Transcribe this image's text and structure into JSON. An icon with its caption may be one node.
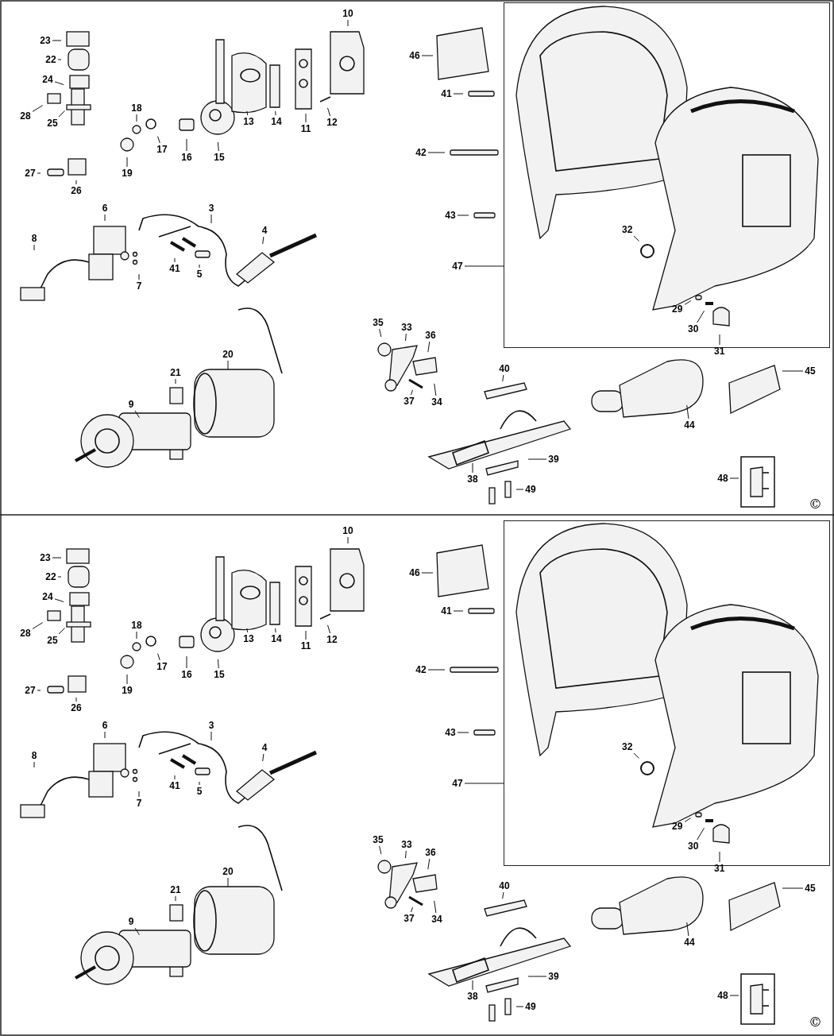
{
  "diagram": {
    "nodes": [
      {
        "text": [],
        "shape": "box"
      },
      {
        "text": [
          "10"
        ]
      },
      {
        "text": [
          "23"
        ]
      },
      {
        "text": [
          "22"
        ]
      },
      {
        "text": [
          "24"
        ]
      },
      {
        "text": [
          "28"
        ]
      },
      {
        "text": [
          "25"
        ]
      },
      {
        "text": [
          "27"
        ]
      },
      {
        "text": [
          "26"
        ]
      },
      {
        "text": [
          "18"
        ]
      },
      {
        "text": [
          "17"
        ]
      },
      {
        "text": [
          "19"
        ]
      },
      {
        "text": [
          "16"
        ]
      },
      {
        "text": [
          "15"
        ]
      },
      {
        "text": [
          "13"
        ]
      },
      {
        "text": [
          "14"
        ]
      },
      {
        "text": [
          "11"
        ]
      },
      {
        "text": [
          "12"
        ]
      },
      {
        "text": [
          "46"
        ]
      },
      {
        "text": [
          "41"
        ]
      },
      {
        "text": [
          "42"
        ]
      },
      {
        "text": [
          "43"
        ]
      },
      {
        "text": [
          "47"
        ]
      },
      {
        "text": [
          "32"
        ],
        "in": 0
      },
      {
        "text": [
          "29"
        ],
        "in": 0
      },
      {
        "text": [
          "30"
        ],
        "in": 0
      },
      {
        "text": [
          "31"
        ],
        "in": 0
      },
      {
        "text": [
          "6"
        ]
      },
      {
        "text": [
          "3"
        ]
      },
      {
        "text": [
          "4"
        ]
      },
      {
        "text": [
          "8"
        ]
      },
      {
        "text": [
          "41"
        ]
      },
      {
        "text": [
          "5"
        ]
      },
      {
        "text": [
          "7"
        ]
      },
      {
        "text": [
          "20"
        ]
      },
      {
        "text": [
          "21"
        ]
      },
      {
        "text": [
          "9"
        ]
      },
      {
        "text": [
          "35"
        ]
      },
      {
        "text": [
          "33"
        ]
      },
      {
        "text": [
          "36"
        ]
      },
      {
        "text": [
          "37"
        ]
      },
      {
        "text": [
          "34"
        ]
      },
      {
        "text": [
          "40"
        ]
      },
      {
        "text": [
          "44"
        ]
      },
      {
        "text": [
          "45"
        ]
      },
      {
        "text": [
          "38"
        ]
      },
      {
        "text": [
          "39"
        ]
      },
      {
        "text": [
          "49"
        ]
      },
      {
        "text": [
          "48"
        ]
      },
      {
        "text": [],
        "shape": "box"
      },
      {
        "text": [
          "10"
        ]
      },
      {
        "text": [
          "23"
        ]
      },
      {
        "text": [
          "22"
        ]
      },
      {
        "text": [
          "24"
        ]
      },
      {
        "text": [
          "28"
        ]
      },
      {
        "text": [
          "25"
        ]
      },
      {
        "text": [
          "27"
        ]
      },
      {
        "text": [
          "26"
        ]
      },
      {
        "text": [
          "18"
        ]
      },
      {
        "text": [
          "17"
        ]
      },
      {
        "text": [
          "19"
        ]
      },
      {
        "text": [
          "16"
        ]
      },
      {
        "text": [
          "15"
        ]
      },
      {
        "text": [
          "13"
        ]
      },
      {
        "text": [
          "14"
        ]
      },
      {
        "text": [
          "11"
        ]
      },
      {
        "text": [
          "12"
        ]
      },
      {
        "text": [
          "46"
        ]
      },
      {
        "text": [
          "41"
        ]
      },
      {
        "text": [
          "42"
        ]
      },
      {
        "text": [
          "43"
        ]
      },
      {
        "text": [
          "47"
        ]
      },
      {
        "text": [
          "32"
        ],
        "in": 49
      },
      {
        "text": [
          "29"
        ],
        "in": 49
      },
      {
        "text": [
          "30"
        ],
        "in": 49
      },
      {
        "text": [
          "31"
        ],
        "in": 49
      },
      {
        "text": [
          "6"
        ]
      },
      {
        "text": [
          "3"
        ]
      },
      {
        "text": [
          "4"
        ]
      },
      {
        "text": [
          "8"
        ]
      },
      {
        "text": [
          "41"
        ]
      },
      {
        "text": [
          "5"
        ]
      },
      {
        "text": [
          "7"
        ]
      },
      {
        "text": [
          "20"
        ]
      },
      {
        "text": [
          "21"
        ]
      },
      {
        "text": [
          "9"
        ]
      },
      {
        "text": [
          "35"
        ]
      },
      {
        "text": [
          "33"
        ]
      },
      {
        "text": [
          "36"
        ]
      },
      {
        "text": [
          "37"
        ]
      },
      {
        "text": [
          "34"
        ]
      },
      {
        "text": [
          "40"
        ]
      },
      {
        "text": [
          "44"
        ]
      },
      {
        "text": [
          "45"
        ]
      },
      {
        "text": [
          "38"
        ]
      },
      {
        "text": [
          "39"
        ]
      },
      {
        "text": [
          "49"
        ]
      },
      {
        "text": [
          "48"
        ]
      }
    ],
    "edges": [
      {
        "from": 1,
        "to": null,
        "arrow": "none"
      },
      {
        "from": 2,
        "to": null,
        "arrow": "none"
      },
      {
        "from": 3,
        "to": null,
        "arrow": "none"
      },
      {
        "from": 4,
        "to": null,
        "arrow": "none"
      },
      {
        "from": 5,
        "to": null,
        "arrow": "none"
      },
      {
        "from": 6,
        "to": null,
        "arrow": "none"
      },
      {
        "from": 7,
        "to": null,
        "arrow": "none"
      },
      {
        "from": 8,
        "to": null,
        "arrow": "none"
      },
      {
        "from": 9,
        "to": null,
        "arrow": "none"
      },
      {
        "from": 10,
        "to": null,
        "arrow": "none"
      },
      {
        "from": 11,
        "to": null,
        "arrow": "none"
      },
      {
        "from": 12,
        "to": null,
        "arrow": "none"
      },
      {
        "from": 13,
        "to": null,
        "arrow": "none"
      },
      {
        "from": 14,
        "to": null,
        "arrow": "none"
      },
      {
        "from": 15,
        "to": null,
        "arrow": "none"
      },
      {
        "from": 16,
        "to": null,
        "arrow": "none"
      },
      {
        "from": 17,
        "to": null,
        "arrow": "none"
      },
      {
        "from": 18,
        "to": null,
        "arrow": "none"
      },
      {
        "from": 19,
        "to": null,
        "arrow": "none"
      },
      {
        "from": 20,
        "to": null,
        "arrow": "none"
      },
      {
        "from": 21,
        "to": null,
        "arrow": "none"
      },
      {
        "from": 22,
        "to": 0,
        "arrow": "none"
      },
      {
        "from": 23,
        "to": null,
        "arrow": "none"
      },
      {
        "from": 24,
        "to": null,
        "arrow": "none"
      },
      {
        "from": 25,
        "to": null,
        "arrow": "none"
      },
      {
        "from": 26,
        "to": null,
        "arrow": "none"
      },
      {
        "from": 27,
        "to": null,
        "arrow": "none"
      },
      {
        "from": 28,
        "to": null,
        "arrow": "none"
      },
      {
        "from": 29,
        "to": null,
        "arrow": "none"
      },
      {
        "from": 30,
        "to": null,
        "arrow": "none"
      },
      {
        "from": 31,
        "to": null,
        "arrow": "none"
      },
      {
        "from": 32,
        "to": null,
        "arrow": "none"
      },
      {
        "from": 33,
        "to": null,
        "arrow": "none"
      },
      {
        "from": 34,
        "to": null,
        "arrow": "none"
      },
      {
        "from": 35,
        "to": null,
        "arrow": "none"
      },
      {
        "from": 36,
        "to": null,
        "arrow": "none"
      },
      {
        "from": 37,
        "to": null,
        "arrow": "none"
      },
      {
        "from": 38,
        "to": null,
        "arrow": "none"
      },
      {
        "from": 39,
        "to": null,
        "arrow": "none"
      },
      {
        "from": 40,
        "to": null,
        "arrow": "none"
      },
      {
        "from": 41,
        "to": null,
        "arrow": "none"
      },
      {
        "from": 42,
        "to": null,
        "arrow": "none"
      },
      {
        "from": 43,
        "to": null,
        "arrow": "none"
      },
      {
        "from": 44,
        "to": null,
        "arrow": "none"
      },
      {
        "from": 45,
        "to": null,
        "arrow": "none"
      },
      {
        "from": 46,
        "to": null,
        "arrow": "none"
      },
      {
        "from": 47,
        "to": null,
        "arrow": "none"
      },
      {
        "from": 48,
        "to": null,
        "arrow": "none"
      },
      {
        "from": 50,
        "to": null,
        "arrow": "none"
      },
      {
        "from": 51,
        "to": null,
        "arrow": "none"
      },
      {
        "from": 52,
        "to": null,
        "arrow": "none"
      },
      {
        "from": 53,
        "to": null,
        "arrow": "none"
      },
      {
        "from": 54,
        "to": null,
        "arrow": "none"
      },
      {
        "from": 55,
        "to": null,
        "arrow": "none"
      },
      {
        "from": 56,
        "to": null,
        "arrow": "none"
      },
      {
        "from": 57,
        "to": null,
        "arrow": "none"
      },
      {
        "from": 58,
        "to": null,
        "arrow": "none"
      },
      {
        "from": 59,
        "to": null,
        "arrow": "none"
      },
      {
        "from": 60,
        "to": null,
        "arrow": "none"
      },
      {
        "from": 61,
        "to": null,
        "arrow": "none"
      },
      {
        "from": 62,
        "to": null,
        "arrow": "none"
      },
      {
        "from": 63,
        "to": null,
        "arrow": "none"
      },
      {
        "from": 64,
        "to": null,
        "arrow": "none"
      },
      {
        "from": 65,
        "to": null,
        "arrow": "none"
      },
      {
        "from": 66,
        "to": null,
        "arrow": "none"
      },
      {
        "from": 67,
        "to": null,
        "arrow": "none"
      },
      {
        "from": 68,
        "to": null,
        "arrow": "none"
      },
      {
        "from": 69,
        "to": null,
        "arrow": "none"
      },
      {
        "from": 70,
        "to": null,
        "arrow": "none"
      },
      {
        "from": 71,
        "to": 49,
        "arrow": "none"
      },
      {
        "from": 72,
        "to": null,
        "arrow": "none"
      },
      {
        "from": 73,
        "to": null,
        "arrow": "none"
      },
      {
        "from": 74,
        "to": null,
        "arrow": "none"
      },
      {
        "from": 75,
        "to": null,
        "arrow": "none"
      },
      {
        "from": 76,
        "to": null,
        "arrow": "none"
      },
      {
        "from": 77,
        "to": null,
        "arrow": "none"
      },
      {
        "from": 78,
        "to": null,
        "arrow": "none"
      },
      {
        "from": 79,
        "to": null,
        "arrow": "none"
      },
      {
        "from": 80,
        "to": null,
        "arrow": "none"
      },
      {
        "from": 81,
        "to": null,
        "arrow": "none"
      },
      {
        "from": 82,
        "to": null,
        "arrow": "none"
      },
      {
        "from": 83,
        "to": null,
        "arrow": "none"
      },
      {
        "from": 84,
        "to": null,
        "arrow": "none"
      },
      {
        "from": 85,
        "to": null,
        "arrow": "none"
      },
      {
        "from": 86,
        "to": null,
        "arrow": "none"
      },
      {
        "from": 87,
        "to": null,
        "arrow": "none"
      },
      {
        "from": 88,
        "to": null,
        "arrow": "none"
      },
      {
        "from": 89,
        "to": null,
        "arrow": "none"
      },
      {
        "from": 90,
        "to": null,
        "arrow": "none"
      },
      {
        "from": 91,
        "to": null,
        "arrow": "none"
      },
      {
        "from": 92,
        "to": null,
        "arrow": "none"
      },
      {
        "from": 93,
        "to": null,
        "arrow": "none"
      },
      {
        "from": 94,
        "to": null,
        "arrow": "none"
      },
      {
        "from": 95,
        "to": null,
        "arrow": "none"
      },
      {
        "from": 96,
        "to": null,
        "arrow": "none"
      },
      {
        "from": 97,
        "to": null,
        "arrow": "none"
      }
    ],
    "labels": [
      "©",
      "©"
    ]
  }
}
